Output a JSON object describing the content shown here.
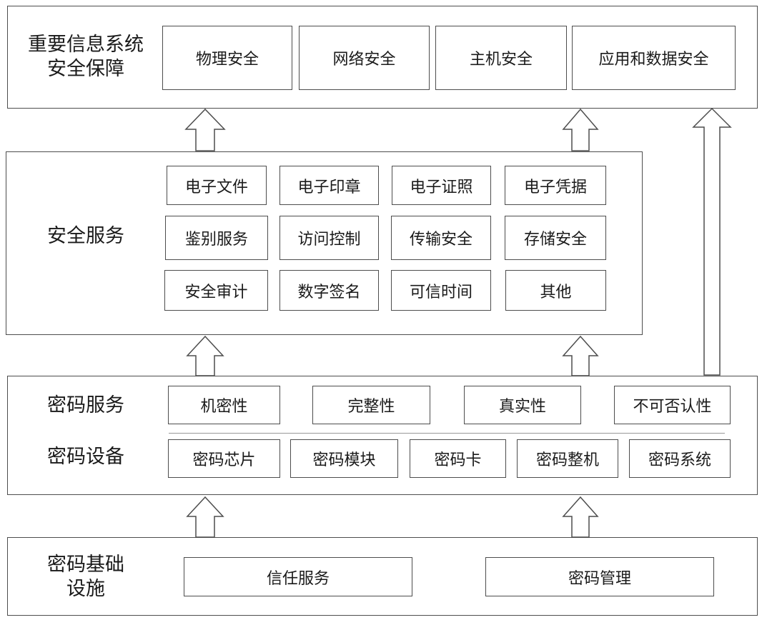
{
  "layers": {
    "protection": {
      "title_lines": [
        "重要信息系统",
        "安全保障"
      ],
      "items": [
        "物理安全",
        "网络安全",
        "主机安全",
        "应用和数据安全"
      ]
    },
    "services": {
      "title": "安全服务",
      "items": [
        "电子文件",
        "电子印章",
        "电子证照",
        "电子凭据",
        "鉴别服务",
        "访问控制",
        "传输安全",
        "存储安全",
        "安全审计",
        "数字签名",
        "可信时间",
        "其他"
      ]
    },
    "crypto": {
      "service_title": "密码服务",
      "service_items": [
        "机密性",
        "完整性",
        "真实性",
        "不可否认性"
      ],
      "device_title": "密码设备",
      "device_items": [
        "密码芯片",
        "密码模块",
        "密码卡",
        "密码整机",
        "密码系统"
      ]
    },
    "infra": {
      "title_lines": [
        "密码基础",
        "设施"
      ],
      "items": [
        "信任服务",
        "密码管理"
      ]
    }
  }
}
